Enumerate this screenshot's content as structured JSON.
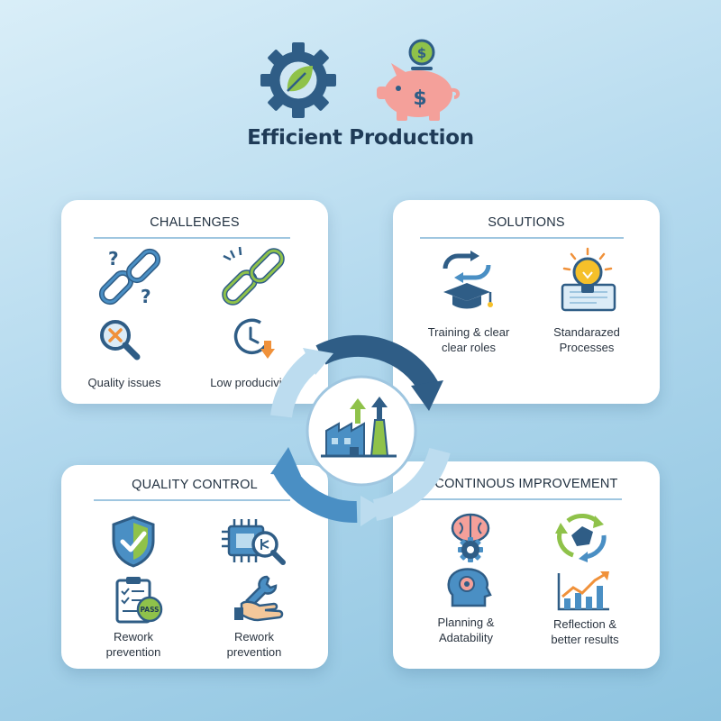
{
  "title": "Efficient Production",
  "header_icons": [
    "gear-leaf-icon",
    "piggy-bank-icon",
    "dollar-coin-icon"
  ],
  "center_icon": "factory-growth-icon",
  "cards": {
    "challenges": {
      "title": "CHALLENGES",
      "labels": [
        "Quality issues",
        "Low producivity"
      ]
    },
    "solutions": {
      "title": "SOLUTIONS",
      "labels": [
        "Training & clear",
        "clear roles",
        "Standarazed",
        "Processes"
      ]
    },
    "quality_control": {
      "title": "QUALITY CONTROL",
      "labels": [
        "Rework",
        "prevention",
        "Rework",
        "prevention"
      ],
      "badge": "PASS"
    },
    "continuous_improvement": {
      "title": "CONTINOUS IMPROVEMENT",
      "labels": [
        "Planning &",
        "Adatability",
        "Reflection &",
        "better results"
      ]
    }
  },
  "colors": {
    "navy": "#2f5d86",
    "blue": "#4a8fc4",
    "green": "#8fc24a",
    "light_blue": "#bcdcef",
    "pink": "#f4a09a",
    "yellow": "#f5c02a",
    "orange": "#f0913a"
  }
}
